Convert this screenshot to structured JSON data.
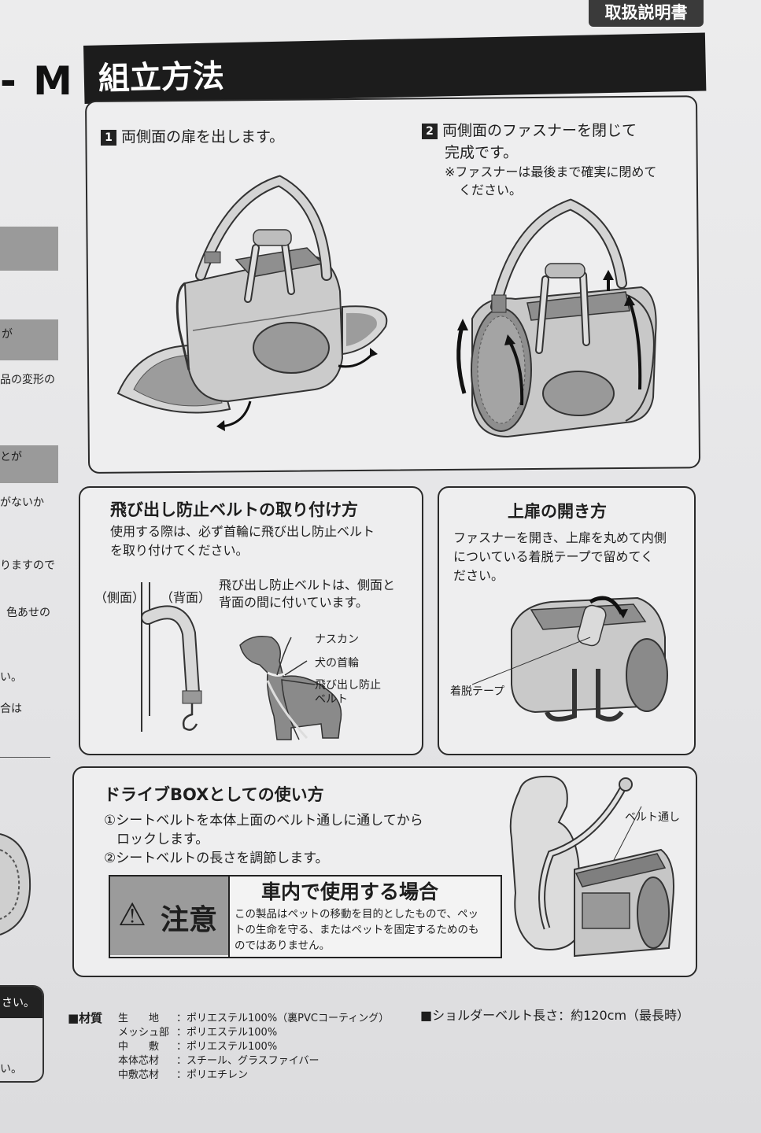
{
  "header": {
    "tag": "取扱説明書",
    "model": "- M",
    "title": "組立方法"
  },
  "steps": [
    {
      "num": "1",
      "text": "両側面の扉を出します。"
    },
    {
      "num": "2",
      "line1": "両側面のファスナーを閉じて",
      "line2": "完成です。",
      "note1": "※ファスナーは最後まで確実に閉めて",
      "note2": "ください。"
    }
  ],
  "belt_box": {
    "title": "飛び出し防止ベルトの取り付け方",
    "line1": "使用する際は、必ず首輪に飛び出し防止ベルト",
    "line2": "を取り付けてください。",
    "side": "（側面）",
    "back": "（背面）",
    "desc1": "飛び出し防止ベルトは、側面と",
    "desc2": "背面の間に付いています。",
    "label_hook": "ナスカン",
    "label_collar": "犬の首輪",
    "label_belt1": "飛び出し防止",
    "label_belt2": "ベルト"
  },
  "top_door": {
    "title": "上扉の開き方",
    "line1": "ファスナーを開き、上扉を丸めて内側",
    "line2": "についている着脱テープで留めてく",
    "line3": "ださい。",
    "label_tape": "着脱テープ"
  },
  "drive_box": {
    "title": "ドライブBOXとしての使い方",
    "line1": "①シートベルトを本体上面のベルト通しに通してから",
    "line2": "ロックします。",
    "line3": "②シートベルトの長さを調節します。",
    "label_loop": "ベルト通し"
  },
  "caution": {
    "symbol": "⚠",
    "label": "注意",
    "heading": "車内で使用する場合",
    "line1": "この製品はペットの移動を目的としたもので、ペッ",
    "line2": "トの生命を守る、またはペットを固定するためのも",
    "line3": "のではありません。"
  },
  "specs": {
    "heading": "■材質",
    "rows": [
      {
        "label": "生　　地",
        "value": "：ポリエステル100%（裏PVCコーティング）"
      },
      {
        "label": "メッシュ部",
        "value": "：ポリエステル100%"
      },
      {
        "label": "中　　敷",
        "value": "：ポリエステル100%"
      },
      {
        "label": "本体芯材",
        "value": "：スチール、グラスファイバー"
      },
      {
        "label": "中敷芯材",
        "value": "：ポリエチレン"
      }
    ],
    "shoulder": "■ショルダーベルト長さ：約120cm（最長時）"
  },
  "left_fragments": [
    "が",
    "品の変形の",
    "とが",
    "がないか",
    "りますので",
    "色あせの",
    "い。",
    "合は",
    "さい。",
    "い。"
  ]
}
